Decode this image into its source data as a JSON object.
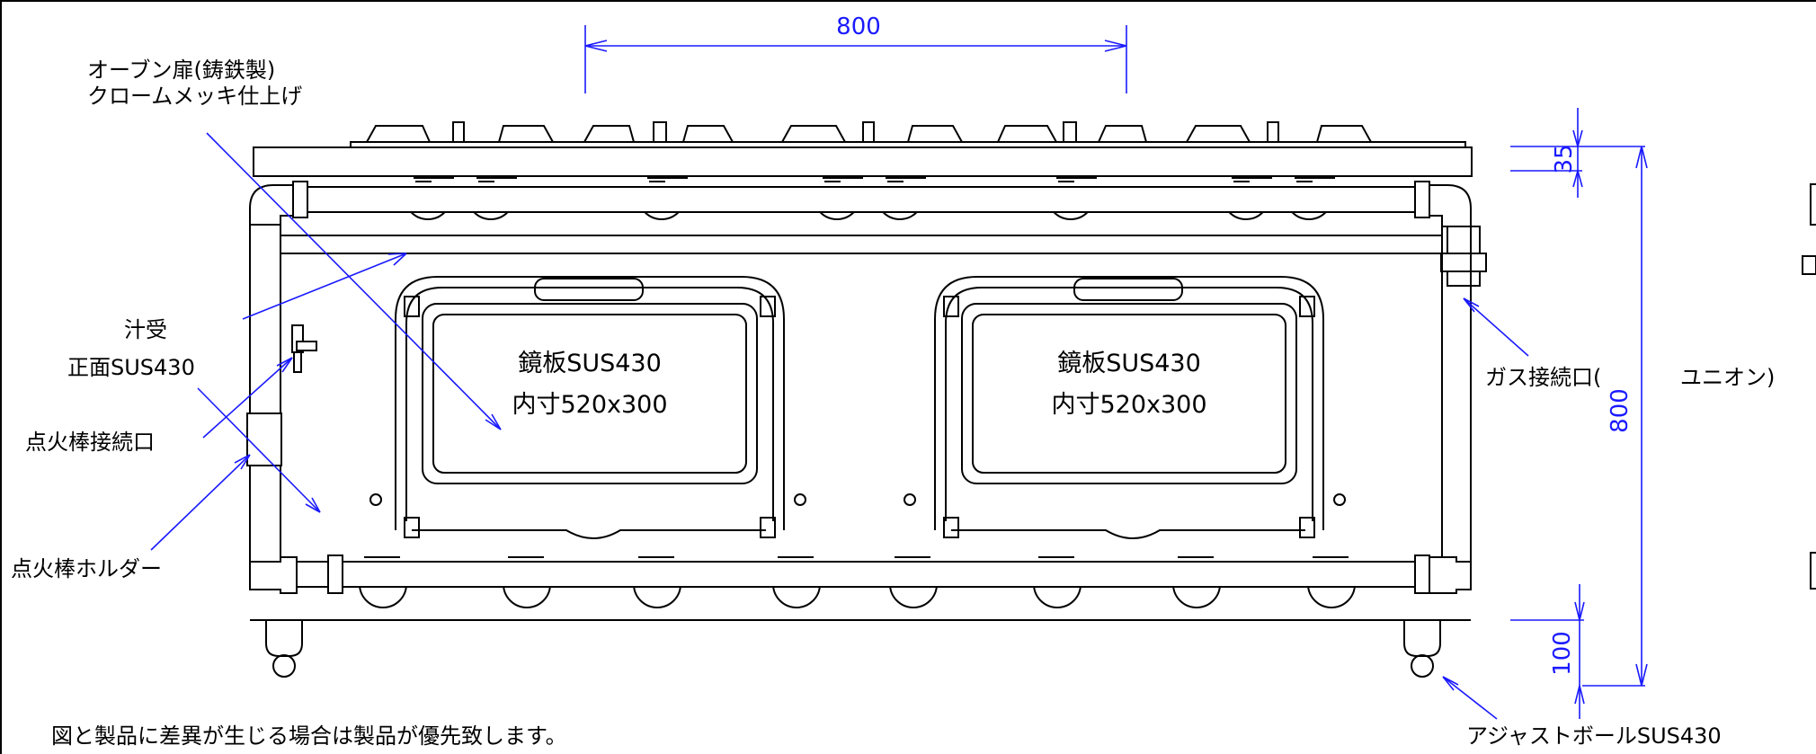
{
  "dimensions": {
    "width": "800",
    "height": "800",
    "top_plate": "35",
    "leg": "100"
  },
  "labels": {
    "oven_door_line1": "オーブン扉(鋳鉄製)",
    "oven_door_line2": "クロームメッキ仕上げ",
    "drip_tray": "汁受",
    "front": "正面SUS430",
    "igniter_port": "点火棒接続口",
    "igniter_holder": "点火棒ホルダー",
    "gas_port_a": "ガス接続口(",
    "gas_port_b": "ユニオン)",
    "adjuster": "アジャストボールSUS430"
  },
  "panels": [
    {
      "line1": "鏡板SUS430",
      "line2": "内寸520x300"
    },
    {
      "line1": "鏡板SUS430",
      "line2": "内寸520x300"
    }
  ],
  "note": "図と製品に差異が生じる場合は製品が優先致します。",
  "colors": {
    "dimension": "#1a1aff",
    "outline": "#000000"
  }
}
